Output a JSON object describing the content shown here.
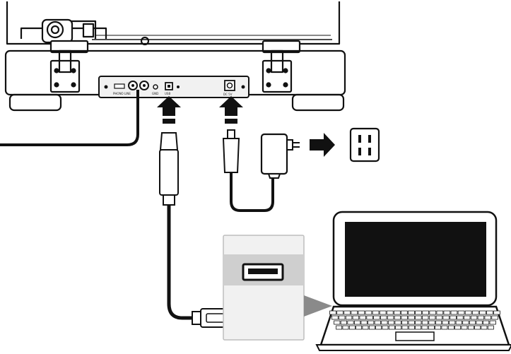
{
  "panel_labels": {
    "left": "PHONO  LINE",
    "mid_small": "GND",
    "usb": "USB",
    "dc": "DC 5V"
  },
  "colors": {
    "ink": "#111111",
    "gray_cable": "#8a8a8a",
    "highlight": "#cfcfcf",
    "panel_fill": "#f1f1f1",
    "screen": "#111111"
  },
  "icons": [
    "turntable",
    "usb-port-icon",
    "dc-jack-icon",
    "power-adapter-icon",
    "wall-outlet-icon",
    "laptop-icon",
    "usb-plug-icon",
    "arrow-up-icon",
    "arrow-right-icon"
  ]
}
